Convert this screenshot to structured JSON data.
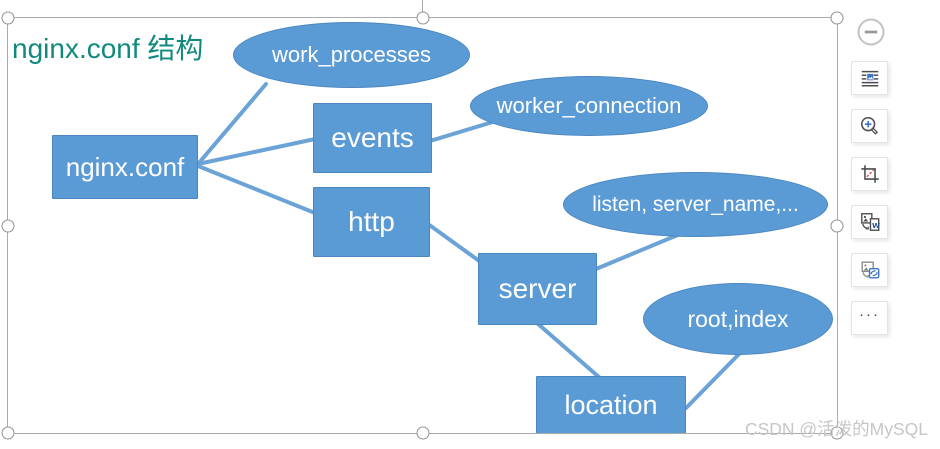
{
  "title": "nginx.conf 结构",
  "watermark": "CSDN @活泼的MySQL",
  "colors": {
    "node_fill": "#5b9bd5",
    "node_border": "#4a86c2",
    "connector": "#6ba3d6",
    "title_text": "#0f8a7c",
    "selection_border": "#ababab",
    "watermark_text": "#c6c6c6"
  },
  "nodes": {
    "nginx_conf": {
      "label": "nginx.conf",
      "shape": "rect"
    },
    "events": {
      "label": "events",
      "shape": "rect"
    },
    "http": {
      "label": "http",
      "shape": "rect"
    },
    "server": {
      "label": "server",
      "shape": "rect"
    },
    "location": {
      "label": "location",
      "shape": "rect"
    },
    "work_processes": {
      "label": "work_processes",
      "shape": "ellipse"
    },
    "worker_connection": {
      "label": "worker_connection",
      "shape": "ellipse"
    },
    "listen_server_name": {
      "label": "listen, server_name,...",
      "shape": "ellipse"
    },
    "root_index": {
      "label": "root,index",
      "shape": "ellipse"
    }
  },
  "edges": [
    {
      "from": "nginx_conf",
      "to": "work_processes"
    },
    {
      "from": "nginx_conf",
      "to": "events"
    },
    {
      "from": "nginx_conf",
      "to": "http"
    },
    {
      "from": "events",
      "to": "worker_connection"
    },
    {
      "from": "http",
      "to": "server"
    },
    {
      "from": "server",
      "to": "listen_server_name"
    },
    {
      "from": "server",
      "to": "location"
    },
    {
      "from": "root_index",
      "to": "location"
    }
  ],
  "toolbar": {
    "icons": [
      {
        "name": "collapse-minus-icon"
      },
      {
        "name": "text-wrap-icon"
      },
      {
        "name": "zoom-in-icon"
      },
      {
        "name": "crop-icon"
      },
      {
        "name": "image-to-doc-icon"
      },
      {
        "name": "image-convert-icon"
      },
      {
        "name": "more-options-icon"
      }
    ],
    "more_label": "···"
  }
}
